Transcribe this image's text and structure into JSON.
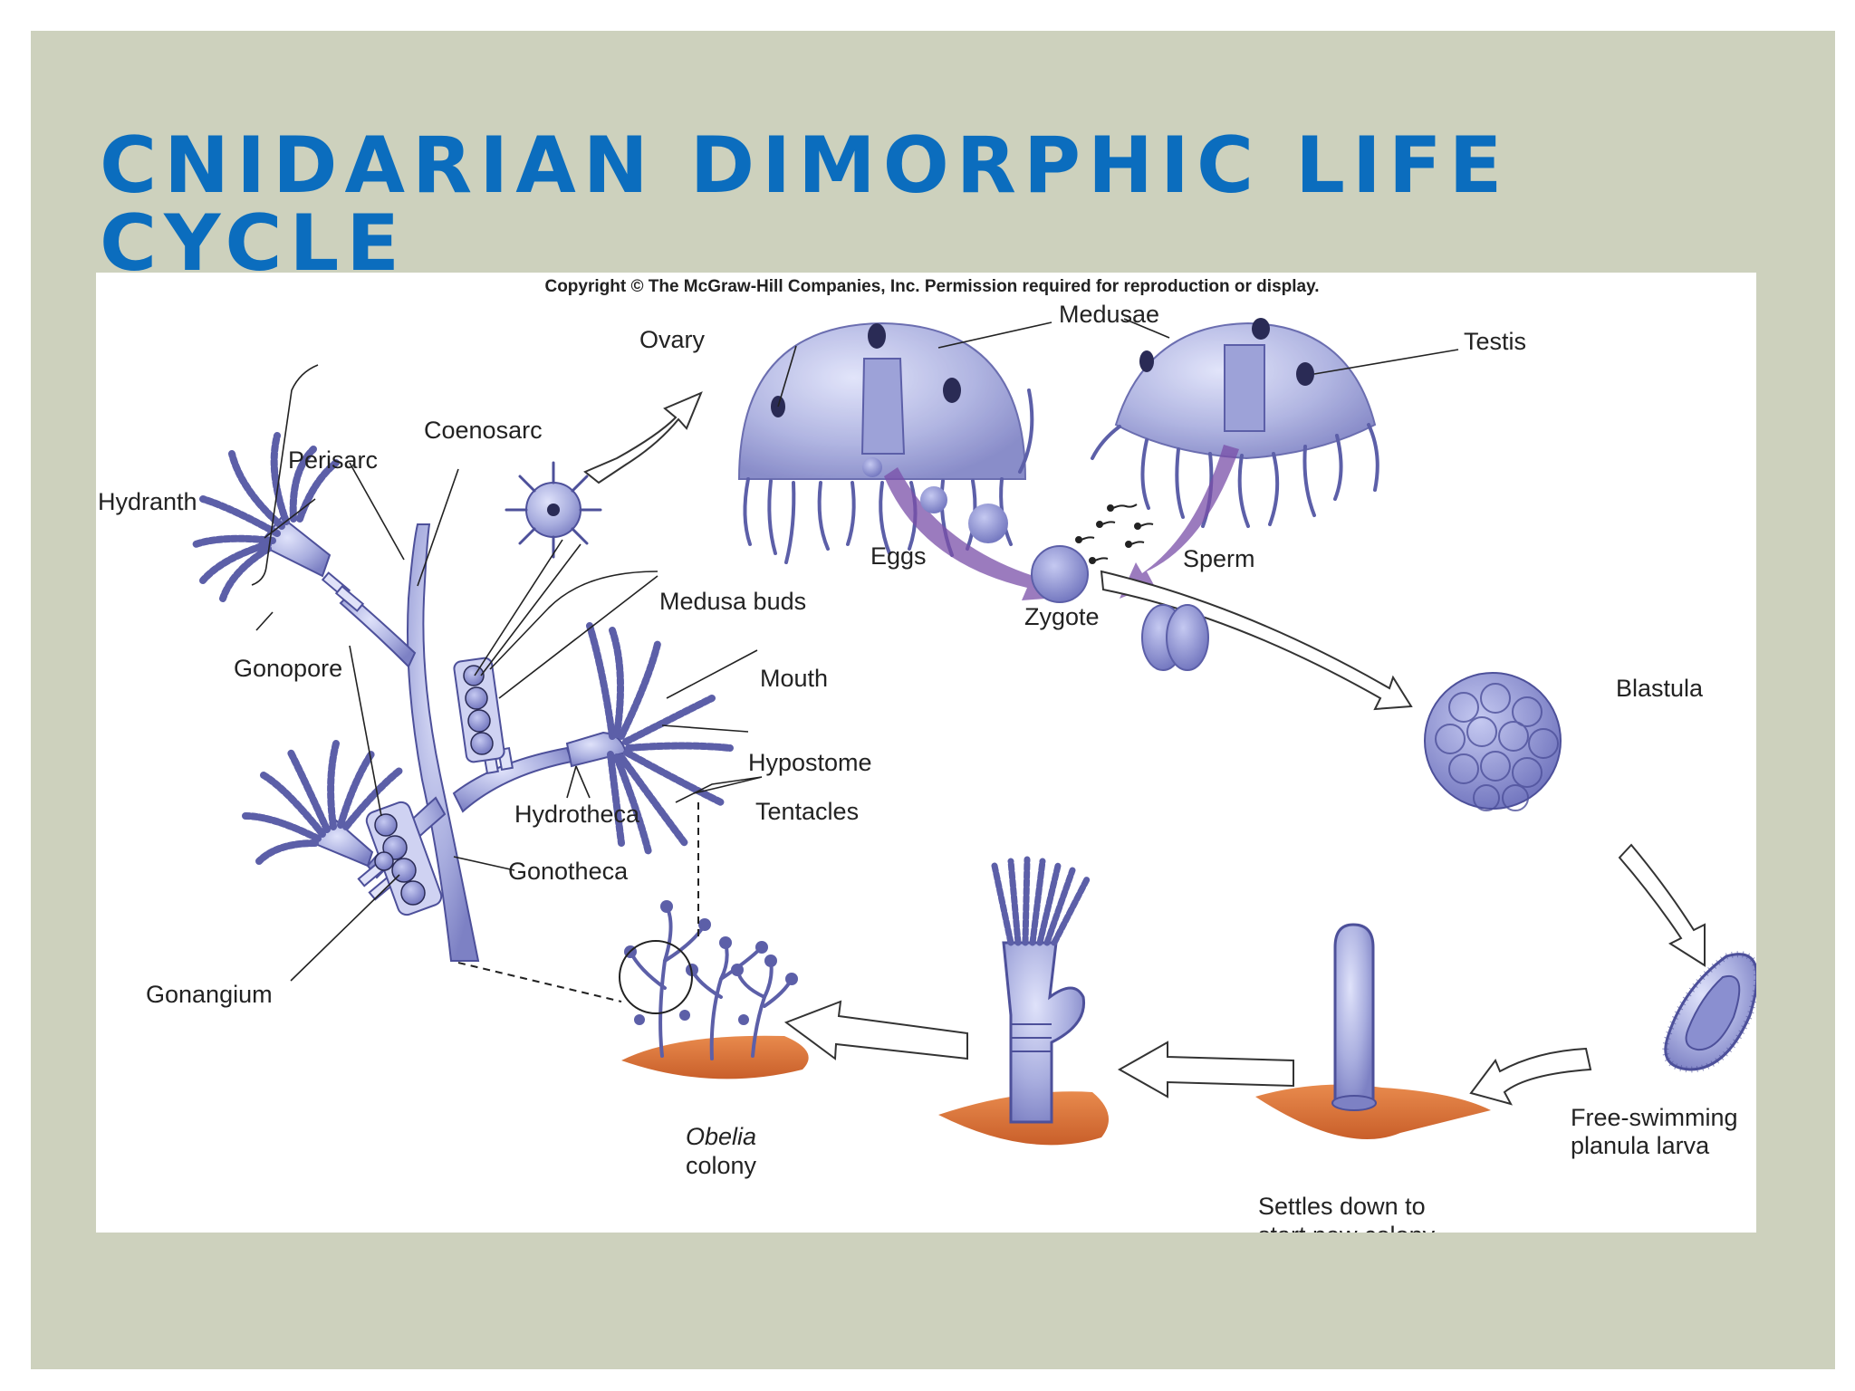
{
  "slide": {
    "title": "CNIDARIAN DIMORPHIC LIFE CYCLE",
    "background_color": "#cdd1bd",
    "title_color": "#0b6dbe"
  },
  "figure": {
    "copyright": "Copyright © The McGraw-Hill Companies, Inc. Permission required for reproduction or display.",
    "labels": {
      "medusae": "Medusae",
      "ovary": "Ovary",
      "testis": "Testis",
      "eggs": "Eggs",
      "sperm": "Sperm",
      "zygote": "Zygote",
      "blastula": "Blastula",
      "planula_1": "Free-swimming",
      "planula_2": "planula larva",
      "settles_1": "Settles down to",
      "settles_2": "start new colony",
      "obelia": "Obelia",
      "colony": "colony",
      "hydranth": "Hydranth",
      "perisarc": "Perisarc",
      "coenosarc": "Coenosarc",
      "medusa_buds": "Medusa buds",
      "gonopore": "Gonopore",
      "mouth": "Mouth",
      "hypostome": "Hypostome",
      "hydrotheca": "Hydrotheca",
      "tentacles": "Tentacles",
      "gonotheca": "Gonotheca",
      "gonangium": "Gonangium"
    },
    "colors": {
      "organism": "#a9aedf",
      "organism_dark": "#5c5fa8",
      "arrow_purple": "#7a4fa8",
      "substrate": "#d9733a"
    }
  }
}
